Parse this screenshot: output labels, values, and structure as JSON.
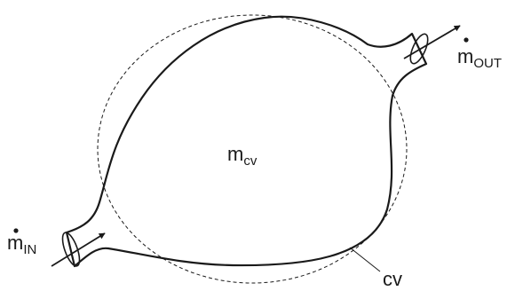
{
  "labels": {
    "mass_cv_main": "m",
    "mass_cv_sub": "cv",
    "inlet_main": "m",
    "inlet_sub": "IN",
    "outlet_main": "m",
    "outlet_sub": "OUT",
    "control_volume": "cv"
  },
  "colors": {
    "stroke": "#1a1a1a",
    "background": "#ffffff"
  }
}
